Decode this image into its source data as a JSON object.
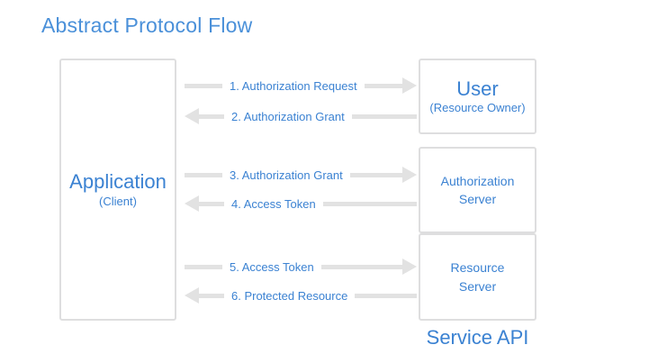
{
  "diagram": {
    "title": "Abstract Protocol Flow",
    "accent_blue": "#3b82d2",
    "line_gray": "#e2e2e2",
    "border_gray": "#dededf",
    "background": "#ffffff"
  },
  "nodes": {
    "application": {
      "title": "Application",
      "subtitle": "(Client)"
    },
    "user": {
      "title": "User",
      "subtitle": "(Resource Owner)"
    },
    "authorization_server": {
      "title": "Authorization\nServer"
    },
    "resource_server": {
      "title": "Resource\nServer"
    }
  },
  "service_api_label": "Service API",
  "flows": [
    {
      "step": "1",
      "label": "1. Authorization Request",
      "direction": "right",
      "from": "application",
      "to": "user"
    },
    {
      "step": "2",
      "label": "2. Authorization Grant",
      "direction": "left",
      "from": "user",
      "to": "application"
    },
    {
      "step": "3",
      "label": "3. Authorization Grant",
      "direction": "right",
      "from": "application",
      "to": "authorization_server"
    },
    {
      "step": "4",
      "label": "4. Access Token",
      "direction": "left",
      "from": "authorization_server",
      "to": "application"
    },
    {
      "step": "5",
      "label": "5. Access Token",
      "direction": "right",
      "from": "application",
      "to": "resource_server"
    },
    {
      "step": "6",
      "label": "6. Protected Resource",
      "direction": "left",
      "from": "resource_server",
      "to": "application"
    }
  ]
}
